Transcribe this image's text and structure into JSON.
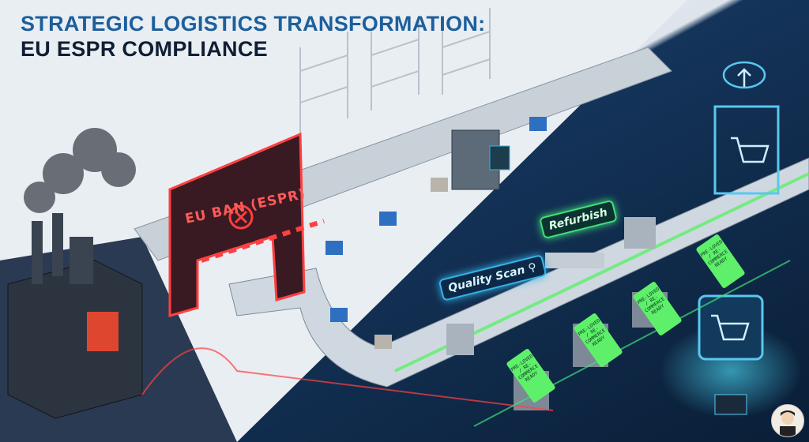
{
  "title": {
    "line1": "STRATEGIC LOGISTICS TRANSFORMATION:",
    "line2": "EU ESPR COMPLIANCE"
  },
  "labels": {
    "ban": "EU BAN (ESPR)",
    "quality_scan": "Quality Scan",
    "refurbish": "Refurbish",
    "tag_text": "PRE-LOVED / RE-COMMERCE READY"
  },
  "icons": [
    "factory-icon",
    "smoke-icon",
    "ban-x-icon",
    "magnifier-icon",
    "sewing-machine-icon",
    "recycle-icon",
    "shopping-cart-icon",
    "cloud-upload-icon",
    "avatar"
  ],
  "colors": {
    "title_blue": "#1d5f9c",
    "title_dark": "#0f1e33",
    "ban_red": "#ff4040",
    "scan_blue": "#35b4e8",
    "refurbish_green": "#3fe07a",
    "tag_green": "#5ef06a"
  }
}
